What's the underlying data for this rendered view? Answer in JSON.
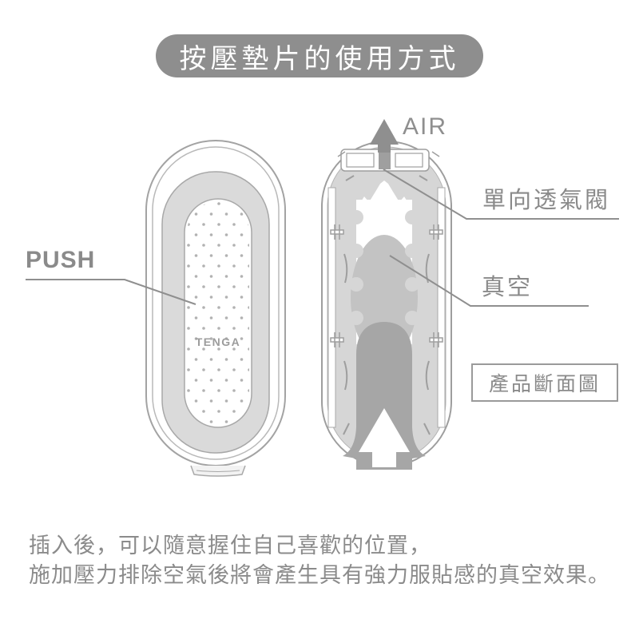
{
  "title": {
    "text": "按壓墊片的使用方式"
  },
  "labels": {
    "push": "PUSH",
    "air": "AIR",
    "one_way_valve": "單向透氣閥",
    "vacuum": "真空",
    "cross_section": "產品斷面圖"
  },
  "product": {
    "brand": "TENGA"
  },
  "description": {
    "line1": "插入後，可以隨意握住自己喜歡的位置，",
    "line2": "施加壓力排除空氣後將會產生具有強力服貼感的真空效果。"
  },
  "icons": {
    "air_arrow": "up-arrow-air-outlet",
    "insert_arrow": "up-arrow-insertion-direction"
  },
  "colors": {
    "banner_bg": "#8e8e8e",
    "banner_text": "#ffffff",
    "label_gray": "#8a8a8a",
    "outline_gray": "#9e9e9e",
    "body_light_gray": "#d6d6d6",
    "pad_gray": "#dadada",
    "vacuum_gray": "#c3c3c3",
    "channel_dark_gray": "#a6a6a6",
    "dot_gray": "#b2b2b2",
    "background": "#ffffff"
  }
}
